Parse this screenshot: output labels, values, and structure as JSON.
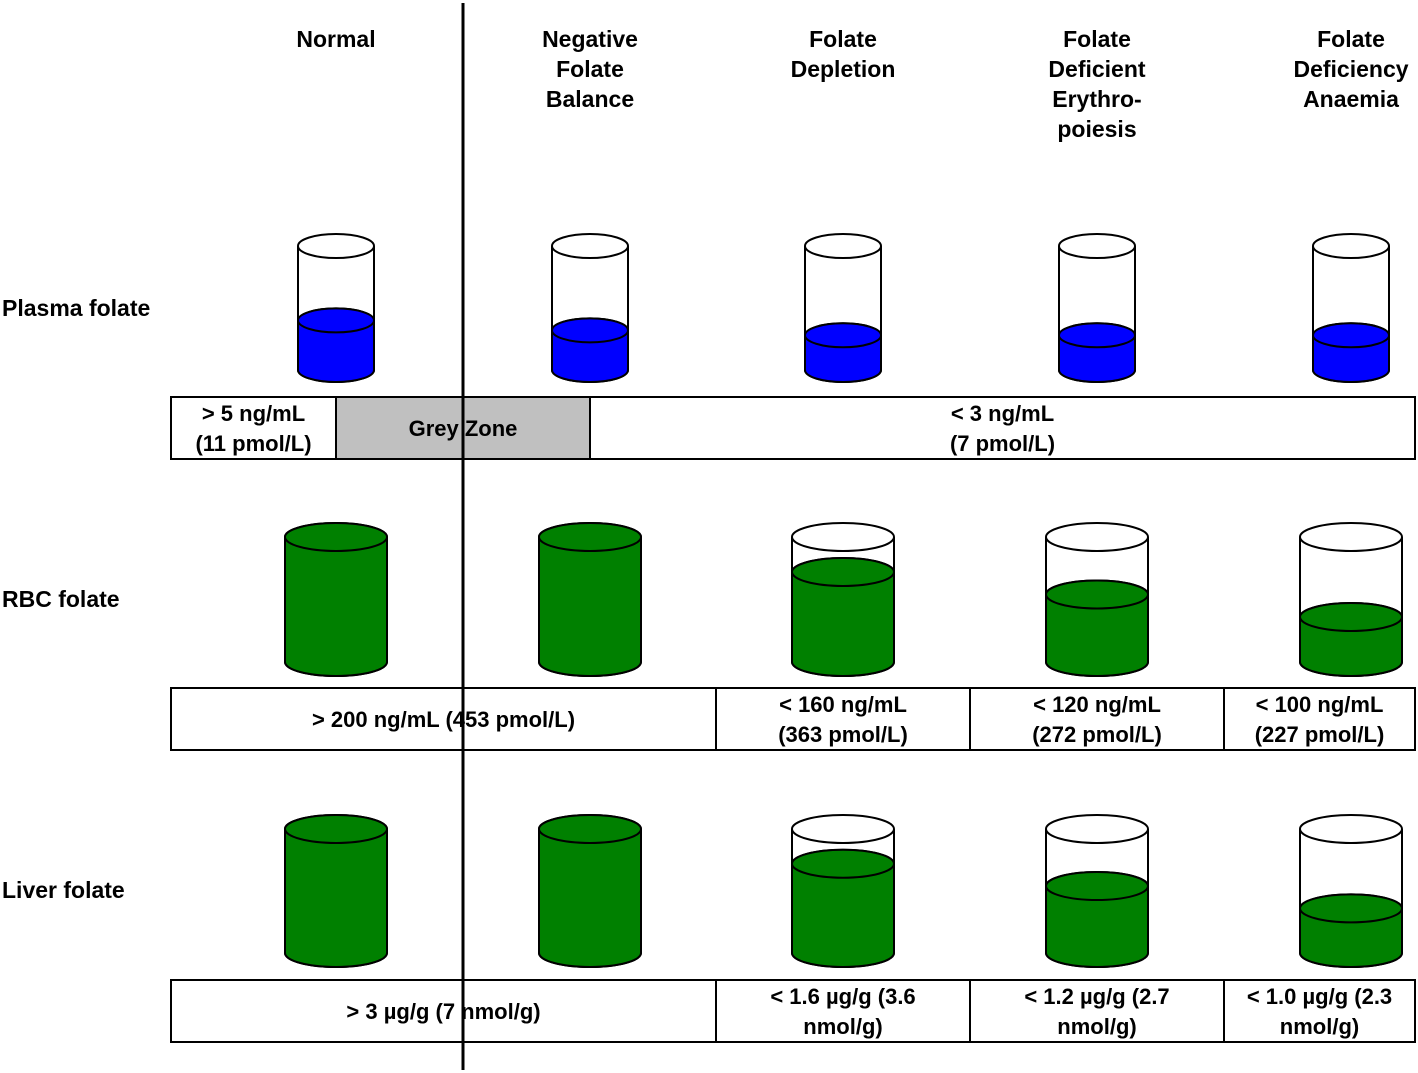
{
  "stages": [
    {
      "label": [
        "Normal"
      ]
    },
    {
      "label": [
        "Negative",
        "Folate",
        "Balance"
      ]
    },
    {
      "label": [
        "Folate",
        "Depletion"
      ]
    },
    {
      "label": [
        "Folate",
        "Deficient",
        "Erythro-",
        "poiesis"
      ]
    },
    {
      "label": [
        "Folate",
        "Deficiency",
        "Anaemia"
      ]
    }
  ],
  "rows": [
    {
      "label": "Plasma folate",
      "liquid_color": "#0000ff",
      "fill_levels": [
        0.4,
        0.32,
        0.28,
        0.28,
        0.28
      ],
      "boxes": [
        {
          "lines": [
            "> 5 ng/mL",
            "(11 pmol/L)"
          ],
          "grey": false
        },
        {
          "lines": [
            "Grey Zone"
          ],
          "grey": true
        },
        {
          "lines": [
            "< 3 ng/mL",
            "(7 pmol/L)"
          ],
          "grey": false
        }
      ]
    },
    {
      "label": "RBC folate",
      "liquid_color": "#008000",
      "fill_levels": [
        1.0,
        1.0,
        0.72,
        0.54,
        0.36
      ],
      "boxes": [
        {
          "lines": [
            "> 200 ng/mL (453 pmol/L)"
          ],
          "grey": false
        },
        {
          "lines": [
            "< 160 ng/mL",
            "(363 pmol/L)"
          ],
          "grey": false
        },
        {
          "lines": [
            "< 120 ng/mL",
            "(272 pmol/L)"
          ],
          "grey": false
        },
        {
          "lines": [
            "< 100 ng/mL",
            "(227 pmol/L)"
          ],
          "grey": false
        }
      ]
    },
    {
      "label": "Liver folate",
      "liquid_color": "#008000",
      "fill_levels": [
        1.0,
        1.0,
        0.72,
        0.54,
        0.36
      ],
      "boxes": [
        {
          "lines": [
            "> 3 µg/g (7 nmol/g)"
          ],
          "grey": false
        },
        {
          "lines": [
            "< 1.6 µg/g (3.6",
            "nmol/g)"
          ],
          "grey": false
        },
        {
          "lines": [
            "< 1.2 µg/g (2.7",
            "nmol/g)"
          ],
          "grey": false
        },
        {
          "lines": [
            "< 1.0 µg/g (2.3",
            "nmol/g)"
          ],
          "grey": false
        }
      ]
    }
  ],
  "colors": {
    "grey_zone": "#c0c0c0",
    "outline": "#000000",
    "background": "#ffffff"
  }
}
